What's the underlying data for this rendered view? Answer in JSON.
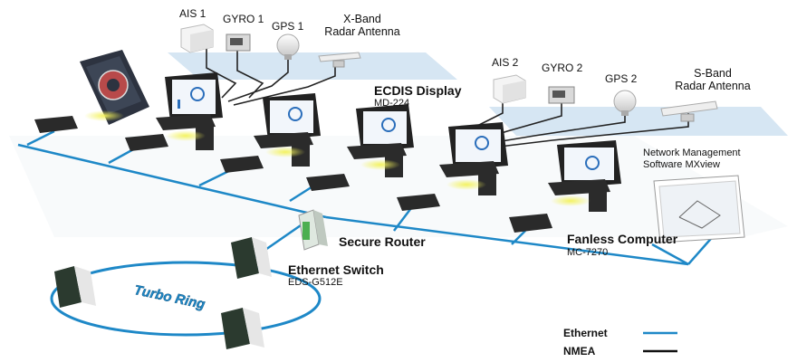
{
  "sensors_top": {
    "ais1": "AIS 1",
    "gyro1": "GYRO 1",
    "gps1": "GPS 1",
    "xband_l1": "X-Band",
    "xband_l2": "Radar Antenna"
  },
  "sensors_mid": {
    "ais2": "AIS 2",
    "gyro2": "GYRO 2",
    "gps2": "GPS 2",
    "sband_l1": "S-Band",
    "sband_l2": "Radar Antenna"
  },
  "ecdis": {
    "title": "ECDIS Display",
    "model": "MD-224"
  },
  "network_mgmt": {
    "line1": "Network Management",
    "line2": "Software MXview"
  },
  "secure_router": {
    "title": "Secure Router"
  },
  "fanless": {
    "title": "Fanless Computer",
    "model": "MC-7270"
  },
  "ethernet_switch": {
    "title": "Ethernet Switch",
    "model": "EDS-G512E"
  },
  "turbo_ring": {
    "title": "Turbo Ring"
  },
  "legend": {
    "items": [
      {
        "label": "Ethernet",
        "color": "#1e88c7"
      },
      {
        "label": "NMEA",
        "color": "#111111"
      }
    ]
  },
  "colors": {
    "ethernet": "#1e88c7",
    "nmea": "#111111",
    "panel": "#d6e6f3"
  }
}
